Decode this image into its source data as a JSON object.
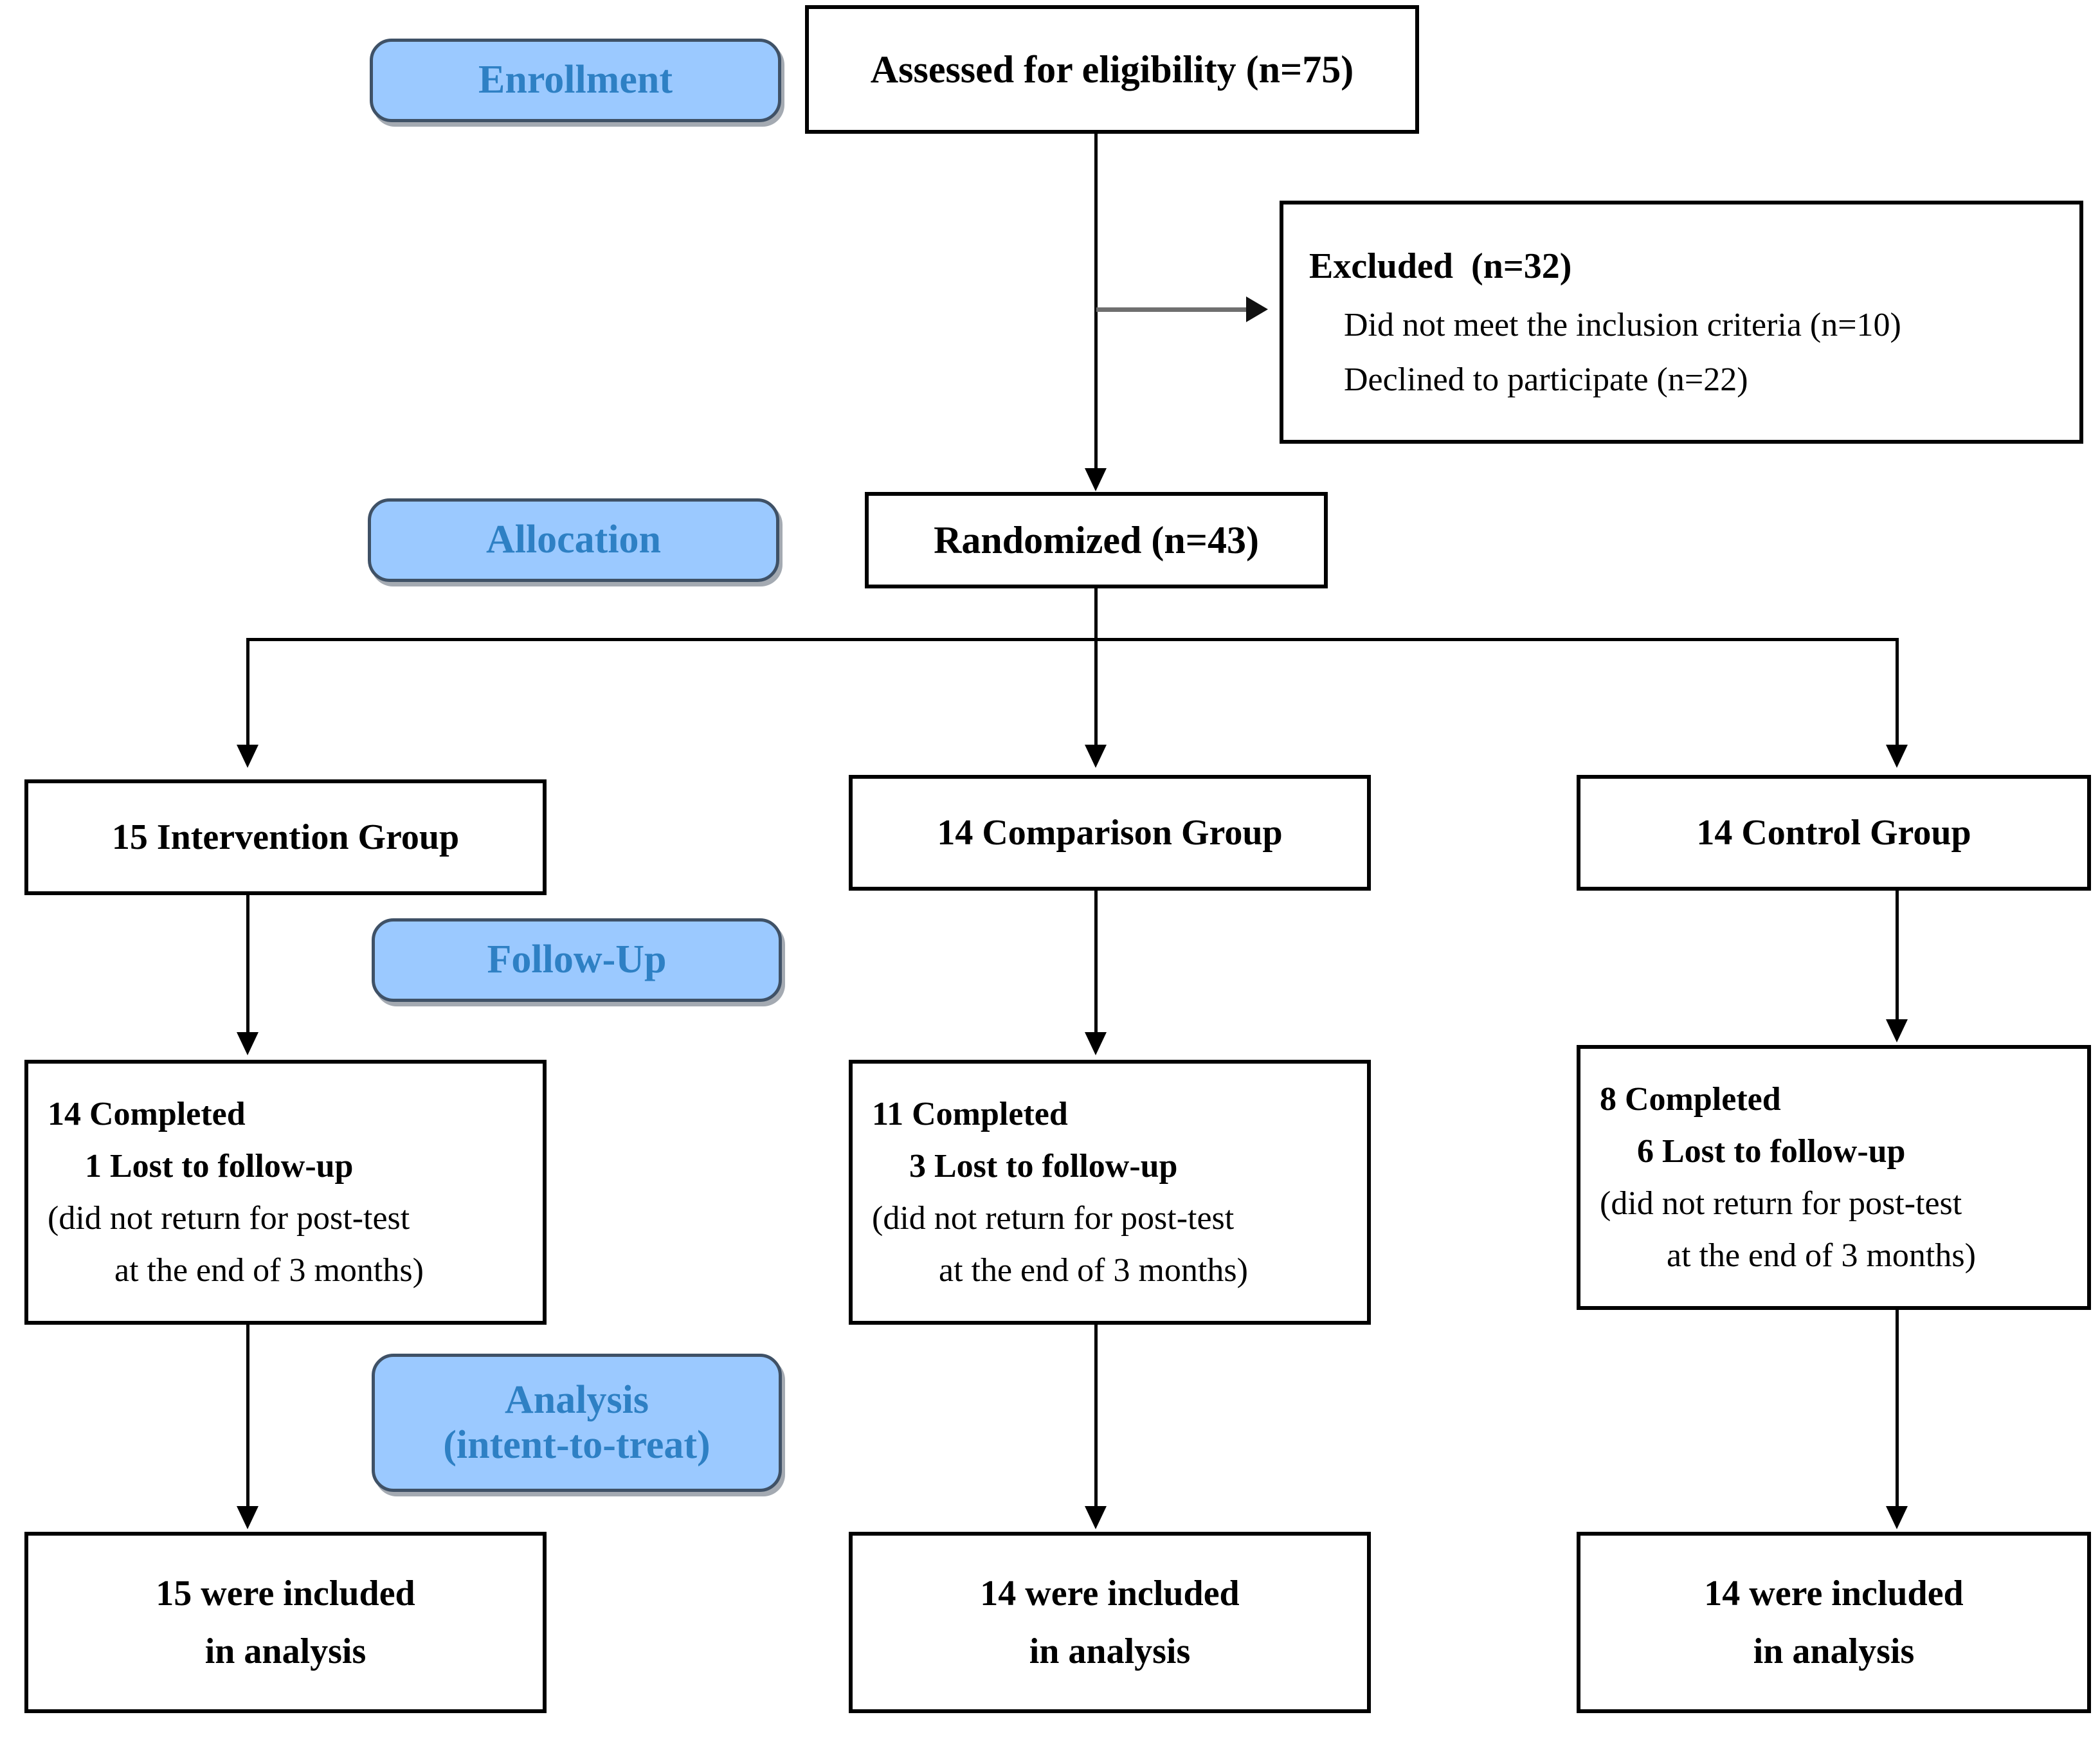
{
  "diagram": {
    "type": "CONSORT participant flow diagram",
    "stages": [
      {
        "id": "enrollment",
        "label": "Enrollment"
      },
      {
        "id": "allocation",
        "label": "Allocation"
      },
      {
        "id": "followup",
        "label": "Follow-Up"
      },
      {
        "id": "analysis",
        "label_line1": "Analysis",
        "label_line2": "(intent-to-treat)"
      }
    ],
    "assessed": {
      "line1": "Assessed for eligibility (n=75)"
    },
    "excluded": {
      "heading": "Excluded  (n=32)",
      "reasons": [
        "Did not meet the inclusion criteria (n=10)",
        "Declined to participate (n=22)"
      ]
    },
    "randomized": {
      "line1": "Randomized (n=43)"
    },
    "arms": [
      {
        "id": "intervention",
        "group_label": "15 Intervention Group",
        "completed": "14 Completed",
        "lost": "1 Lost to follow-up",
        "note_line1": "(did not return for post-test",
        "note_line2": "at the end of 3 months)",
        "analysis_line1": "15 were included",
        "analysis_line2": "in analysis"
      },
      {
        "id": "comparison",
        "group_label": "14 Comparison Group",
        "completed": "11 Completed",
        "lost": "3 Lost to follow-up",
        "note_line1": "(did not return for post-test",
        "note_line2": "at the end of 3 months)",
        "analysis_line1": "14 were included",
        "analysis_line2": "in analysis"
      },
      {
        "id": "control",
        "group_label": "14 Control Group",
        "completed": "8 Completed",
        "lost": "6 Lost to follow-up",
        "note_line1": "(did not return for post-test",
        "note_line2": "at the end of 3 months)",
        "analysis_line1": "14 were included",
        "analysis_line2": "in analysis"
      }
    ],
    "colors": {
      "badge_fill": "#9BC9FF",
      "badge_text": "#2E80C4",
      "badge_border": "#3f5166",
      "box_border": "#000000",
      "exclusion_arrow": "#6f6f6f",
      "background": "#ffffff"
    }
  }
}
